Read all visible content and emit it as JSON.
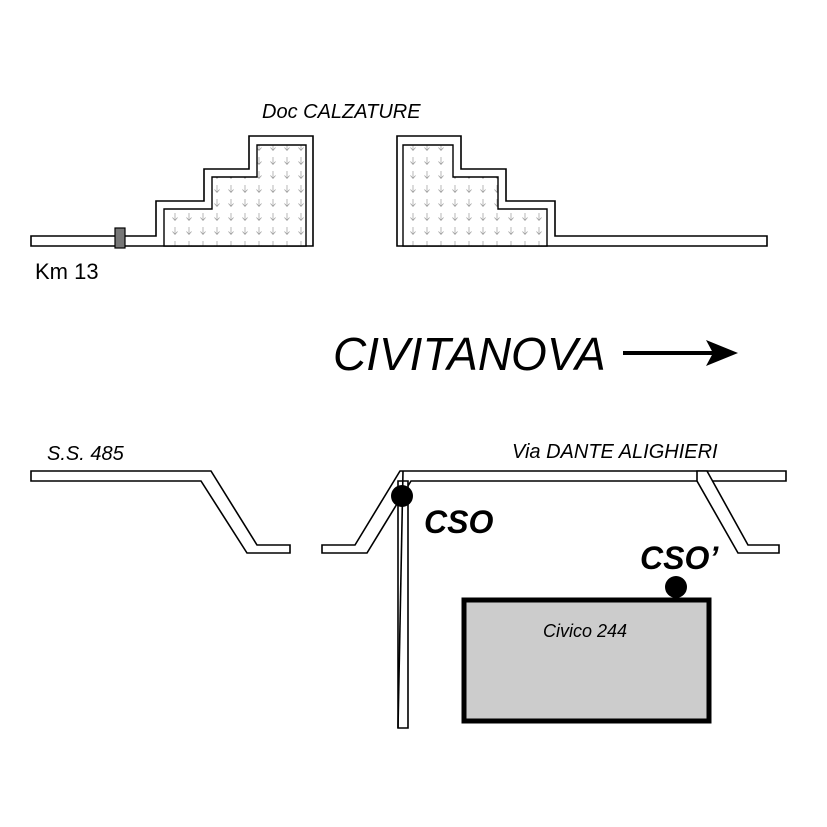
{
  "labels": {
    "top_shop": "Doc CALZATURE",
    "km_marker": "Km 13",
    "destination": "CIVITANOVA",
    "road_left": "S.S. 485",
    "road_right": "Via DANTE ALIGHIERI",
    "cso_primary": "CSO",
    "cso_secondary": "CSO’",
    "building": "Civico 244"
  },
  "colors": {
    "ink": "#000000",
    "paper": "#ffffff",
    "building_fill": "#cccccc",
    "marker_fill": "#777777",
    "hatch_fill": "#ffffff",
    "hatch_mark": "#9a9a9a"
  },
  "icons": {
    "direction_arrow": "arrow-right-icon",
    "location_marker": "filled-circle-icon",
    "km_marker": "milestone-icon"
  }
}
